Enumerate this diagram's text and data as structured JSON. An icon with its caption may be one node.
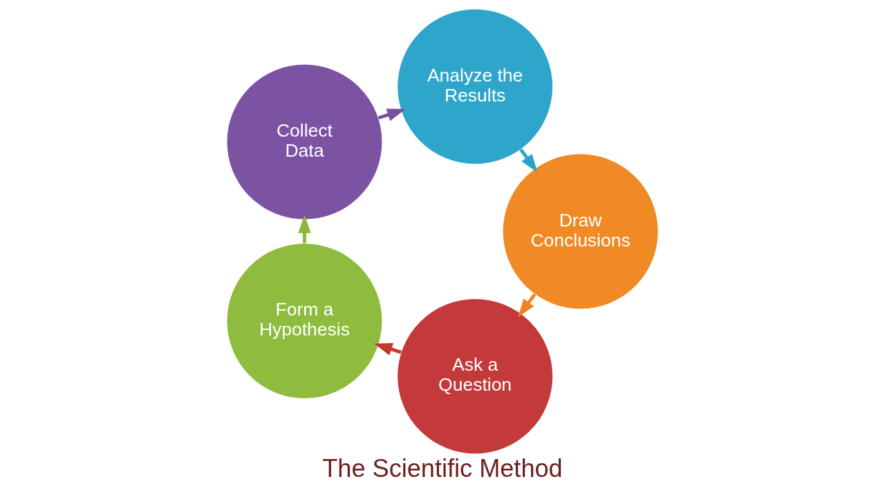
{
  "diagram": {
    "title": "The Scientific Method",
    "nodes": [
      {
        "text": [
          "Ask a Question"
        ]
      },
      {
        "text": [
          "Form a Hypothesis"
        ]
      },
      {
        "text": [
          "Collect Data"
        ]
      },
      {
        "text": [
          "Analyze the Results"
        ]
      },
      {
        "text": [
          "Draw Conclusions"
        ]
      }
    ],
    "edges": [
      {
        "from": 0,
        "to": 1,
        "arrow": "to",
        "color": "#c0392b"
      },
      {
        "from": 1,
        "to": 2,
        "arrow": "to",
        "color": "#8cb83a"
      },
      {
        "from": 2,
        "to": 3,
        "arrow": "to",
        "color": "#7a4fa0"
      },
      {
        "from": 3,
        "to": 4,
        "arrow": "to",
        "color": "#2aa3c8"
      },
      {
        "from": 4,
        "to": 0,
        "arrow": "to",
        "color": "#ee8424"
      }
    ]
  }
}
